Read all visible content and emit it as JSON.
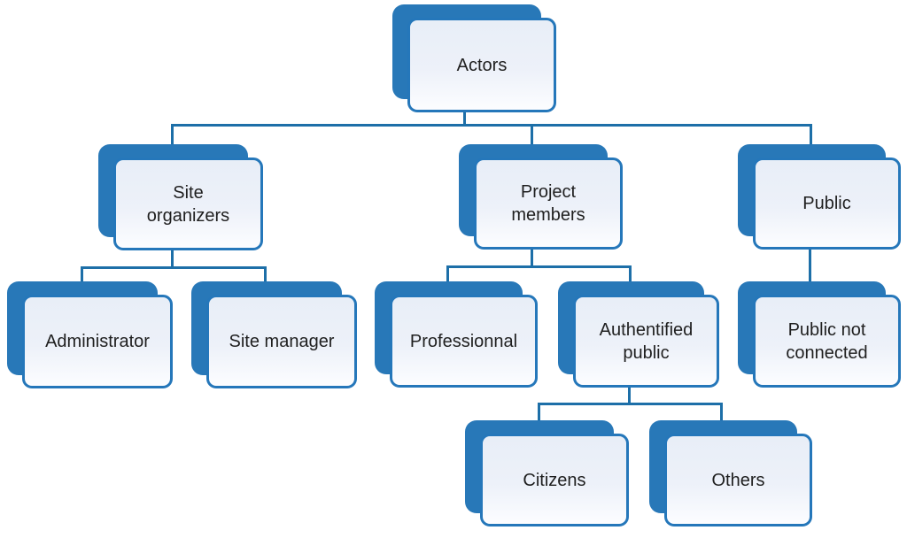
{
  "diagram": {
    "type": "org-chart",
    "colors": {
      "panel_blue": "#2878b8",
      "card_border": "#2577ba",
      "card_fill_top": "#e8eef7",
      "card_fill_bottom": "#fcfdff",
      "connector_line": "#1d6fa8",
      "text": "#1f1f1f",
      "background": "#ffffff"
    },
    "nodes": {
      "actors": {
        "label": "Actors"
      },
      "site_organizers": {
        "label": "Site\norganizers"
      },
      "project_members": {
        "label": "Project\nmembers"
      },
      "public": {
        "label": "Public"
      },
      "administrator": {
        "label": "Administrator"
      },
      "site_manager": {
        "label": "Site manager"
      },
      "professionnal": {
        "label": "Professionnal"
      },
      "authentified_public": {
        "label": "Authentified\npublic"
      },
      "public_not_connected": {
        "label": "Public not\nconnected"
      },
      "citizens": {
        "label": "Citizens"
      },
      "others": {
        "label": "Others"
      }
    },
    "hierarchy": {
      "actors": {
        "site_organizers": [
          "administrator",
          "site_manager"
        ],
        "project_members": [
          "professionnal",
          {
            "authentified_public": [
              "citizens",
              "others"
            ]
          }
        ],
        "public": [
          "public_not_connected"
        ]
      }
    }
  }
}
